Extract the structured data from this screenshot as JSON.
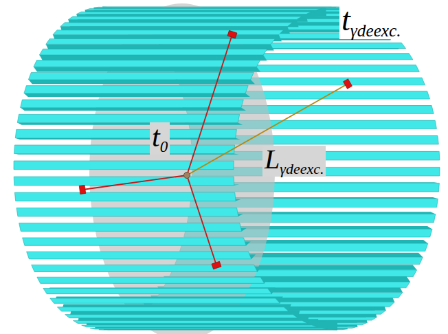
{
  "diagram": {
    "labels": [
      "t",
      "γdeexc.",
      "t",
      "0",
      "L",
      "γdeexc."
    ]
  }
}
